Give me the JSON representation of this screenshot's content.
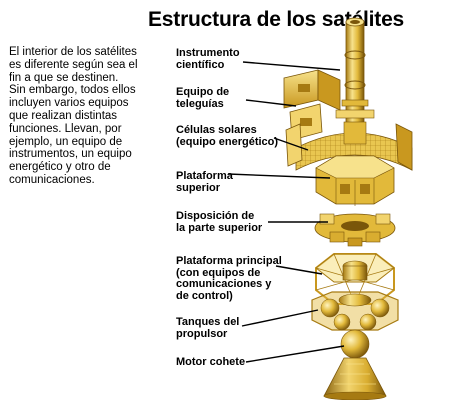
{
  "title": "Estructura de los satélites",
  "intro_lines": [
    "El interior de los satélites",
    "es diferente según sea el",
    "fin a que se destinen.",
    "Sin embargo, todos ellos",
    "incluyen varios equipos",
    "que realizan distintas",
    "funciones. Llevan, por",
    "ejemplo, un equipo de",
    "instrumentos, un equipo",
    "energético y otro de",
    "comunicaciones."
  ],
  "labels": {
    "instrument": [
      "Instrumento",
      "científico"
    ],
    "telemetry": [
      "Equipo de",
      "teleguías"
    ],
    "solar": [
      "Células solares",
      "(equipo energético)"
    ],
    "upper_platform": [
      "Plataforma",
      "superior"
    ],
    "upper_layout": [
      "Disposición de",
      "la parte superior"
    ],
    "main_platform": [
      "Plataforma principal",
      "(con equipos de",
      "comunicaciones y",
      "de control)"
    ],
    "tanks": [
      "Tanques del",
      "propulsor"
    ],
    "motor": [
      "Motor cohete"
    ]
  },
  "colors": {
    "gold_light": "#f7e28c",
    "gold_mid": "#e2b93a",
    "gold_dark": "#a67a12",
    "gold_shadow": "#7a560a",
    "leader_line": "#000000"
  }
}
